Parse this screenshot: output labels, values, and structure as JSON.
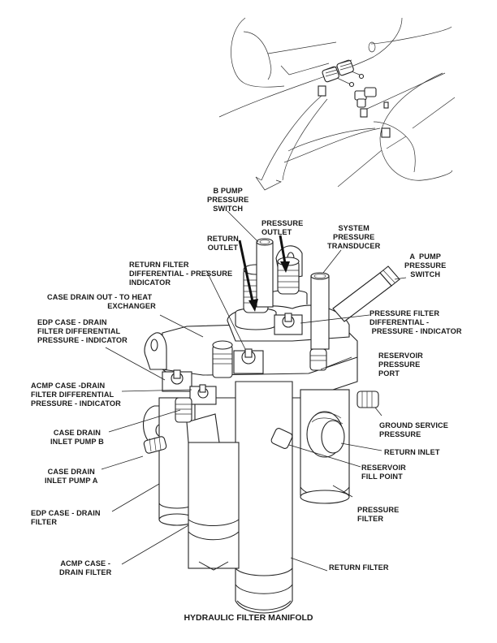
{
  "figure": {
    "title": "HYDRAULIC FILTER MANIFOLD",
    "locator_view": "aircraft-locator-inset",
    "callouts": [
      {
        "id": "b-pump-pressure-switch",
        "text": "B PUMP\nPRESSURE\nSWITCH"
      },
      {
        "id": "pressure-outlet",
        "text": "PRESSURE\nOUTLET"
      },
      {
        "id": "return-outlet",
        "text": "RETURN\nOUTLET"
      },
      {
        "id": "system-pressure-transducer",
        "text": "SYSTEM\nPRESSURE\nTRANSDUCER"
      },
      {
        "id": "a-pump-pressure-switch",
        "text": "A  PUMP\nPRESSURE\nSWITCH"
      },
      {
        "id": "return-filter-dp-indicator",
        "text": "RETURN FILTER\nDIFFERENTIAL - PRESSURE\nINDICATOR"
      },
      {
        "id": "case-drain-out",
        "text": "CASE DRAIN OUT - TO HEAT\n                            EXCHANGER"
      },
      {
        "id": "pressure-filter-dp-indicator",
        "text": "PRESSURE FILTER\nDIFFERENTIAL -\n PRESSURE - INDICATOR"
      },
      {
        "id": "edp-case-drain-filter-dp-indicator",
        "text": "EDP CASE - DRAIN\nFILTER DIFFERENTIAL\nPRESSURE - INDICATOR"
      },
      {
        "id": "reservoir-pressure-port",
        "text": "RESERVOIR\nPRESSURE\nPORT"
      },
      {
        "id": "acmp-case-drain-filter-dp-indicator",
        "text": "ACMP CASE -DRAIN\nFILTER DIFFERENTIAL\nPRESSURE - INDICATOR"
      },
      {
        "id": "ground-service-pressure",
        "text": "GROUND SERVICE\nPRESSURE"
      },
      {
        "id": "case-drain-inlet-pump-b",
        "text": "CASE DRAIN\nINLET PUMP B"
      },
      {
        "id": "return-inlet",
        "text": "RETURN INLET"
      },
      {
        "id": "case-drain-inlet-pump-a",
        "text": "CASE DRAIN\nINLET PUMP A"
      },
      {
        "id": "reservoir-fill-point",
        "text": "RESERVOIR\nFILL POINT"
      },
      {
        "id": "edp-case-drain-filter",
        "text": "EDP CASE - DRAIN\nFILTER"
      },
      {
        "id": "pressure-filter",
        "text": "PRESSURE\nFILTER"
      },
      {
        "id": "acmp-case-drain-filter",
        "text": "ACMP CASE -\nDRAIN FILTER"
      },
      {
        "id": "return-filter",
        "text": "RETURN FILTER"
      }
    ]
  }
}
